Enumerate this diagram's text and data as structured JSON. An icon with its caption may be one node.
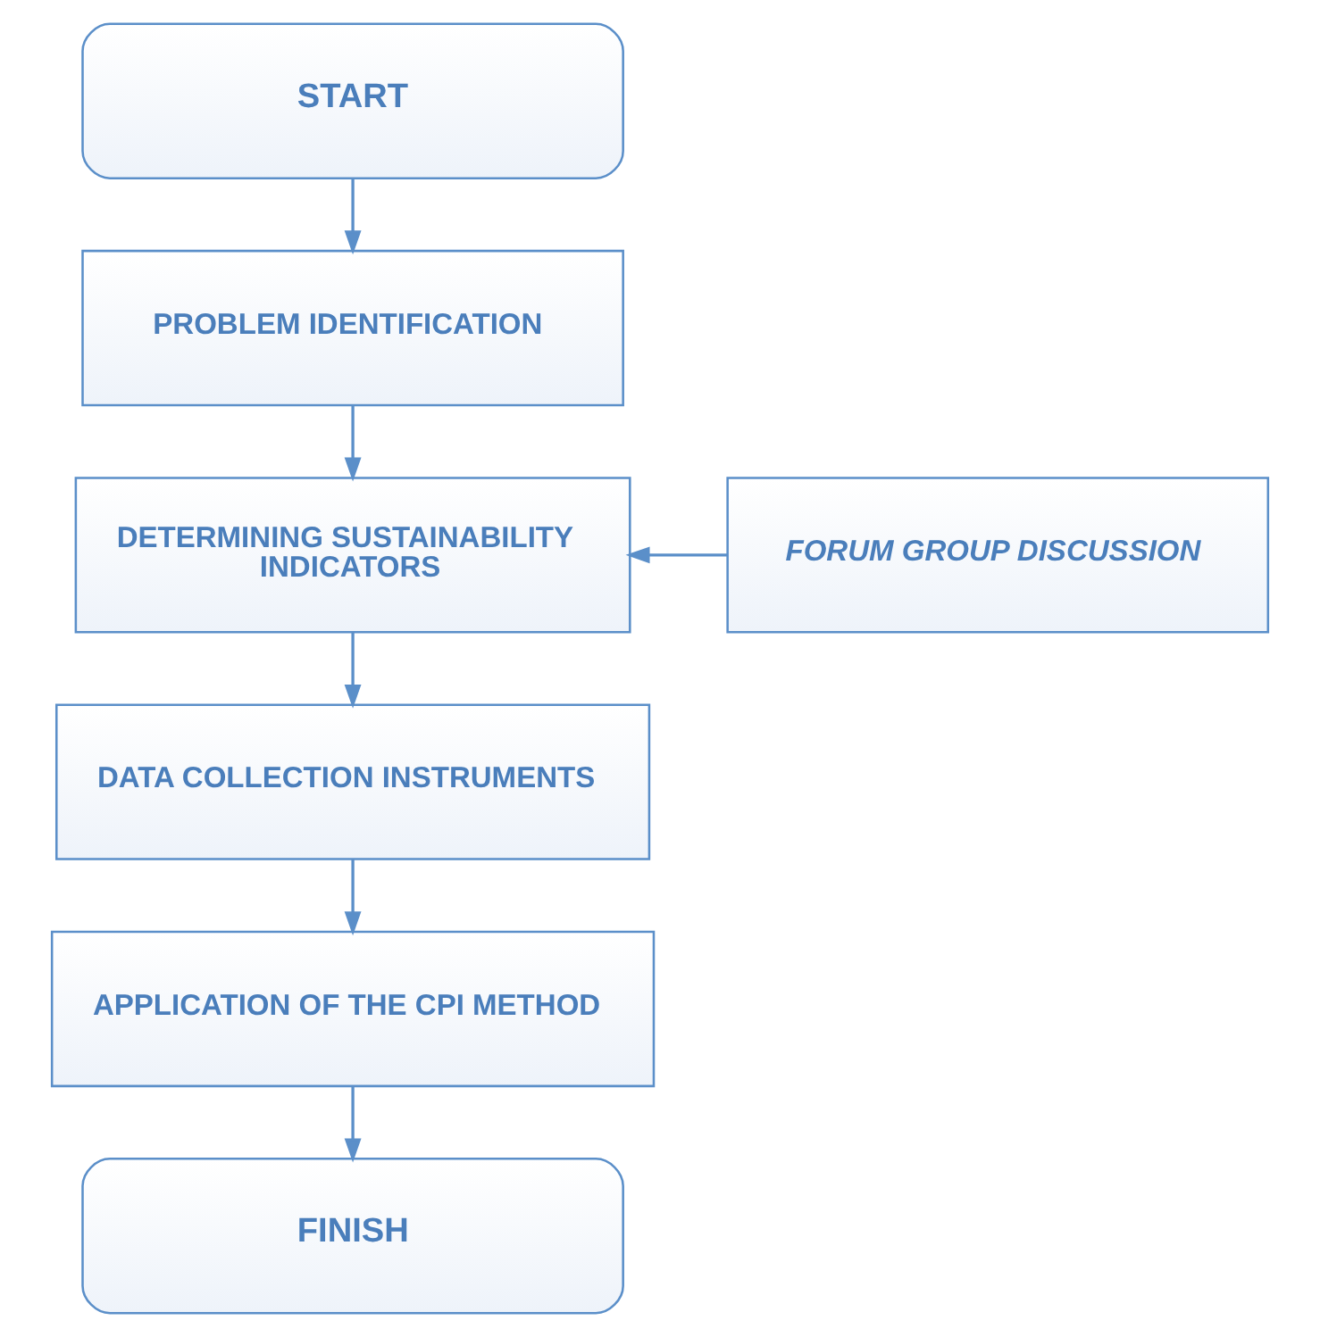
{
  "diagram": {
    "nodes": [
      {
        "text": [
          "START"
        ]
      },
      {
        "text": [
          "PROBLEM IDENTIFICATION"
        ]
      },
      {
        "text": [
          "FORUM GROUP DISCUSSION"
        ]
      },
      {
        "text": [
          "DETERMINING SUSTAINABILITY INDICATORS"
        ]
      },
      {
        "text": [
          "DATA COLLECTION INSTRUMENTS"
        ]
      },
      {
        "text": [
          "APPLICATION OF THE CPI METHOD"
        ]
      },
      {
        "text": [
          "FINISH"
        ]
      }
    ],
    "edges": [
      {
        "from": 0,
        "to": 1,
        "arrow": "to"
      },
      {
        "from": 1,
        "to": 3,
        "arrow": "to"
      },
      {
        "from": 2,
        "to": 3,
        "arrow": "to"
      },
      {
        "from": 3,
        "to": 4,
        "arrow": "to"
      },
      {
        "from": 4,
        "to": 5,
        "arrow": "to"
      },
      {
        "from": 5,
        "to": 6,
        "arrow": "to"
      }
    ]
  }
}
